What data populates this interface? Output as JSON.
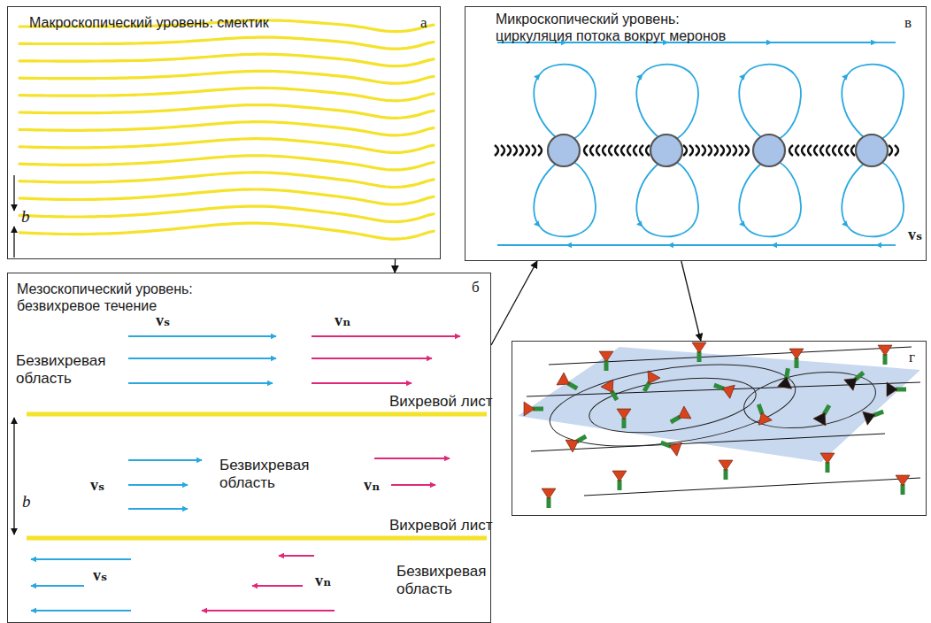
{
  "diagram": {
    "nodes": [
      {
        "text": [
          "Макроскопический уровень: смектик",
          "а"
        ]
      },
      {
        "text": [
          "Мезоскопический уровень: безвихревое течение",
          "б"
        ]
      },
      {
        "text": [
          "Микроскопический уровень: циркуляция потока вокруг меронов",
          "в"
        ]
      },
      {
        "text": [
          "г"
        ]
      }
    ],
    "edges": [
      {
        "from": 0,
        "to": 1,
        "arrow": "to"
      },
      {
        "from": 1,
        "to": 2,
        "arrow": "to"
      },
      {
        "from": 2,
        "to": 3,
        "arrow": "to"
      }
    ],
    "labels": [
      "b",
      "vₛ",
      "vₙ",
      "Безвихревая область",
      "Безвихревая область",
      "vₛ",
      "vₙ",
      "Вихревой лист",
      "Вихревой лист",
      "b",
      "vₛ",
      "vₙ",
      "Безвихревая область",
      "vₛ"
    ]
  }
}
